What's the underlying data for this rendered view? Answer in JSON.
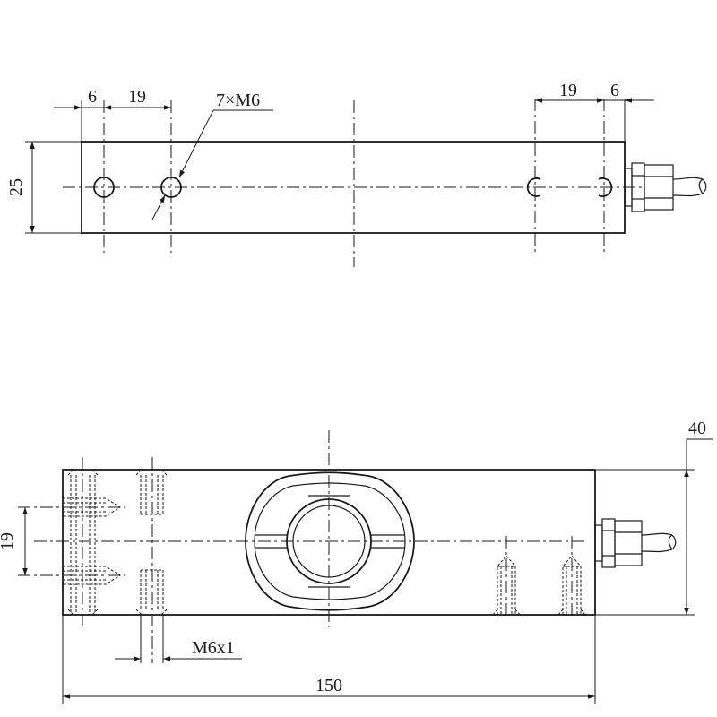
{
  "top_view": {
    "dim_left_a": "6",
    "dim_left_b": "19",
    "dim_right_b": "19",
    "dim_right_a": "6",
    "hole_callout": "7×M6",
    "dim_height": "25"
  },
  "front_view": {
    "dim_height": "40",
    "dim_hole_spacing": "19",
    "thread_callout": "M6x1",
    "dim_length": "150"
  },
  "colors": {
    "line": "#1a1a1a",
    "background": "#ffffff"
  }
}
